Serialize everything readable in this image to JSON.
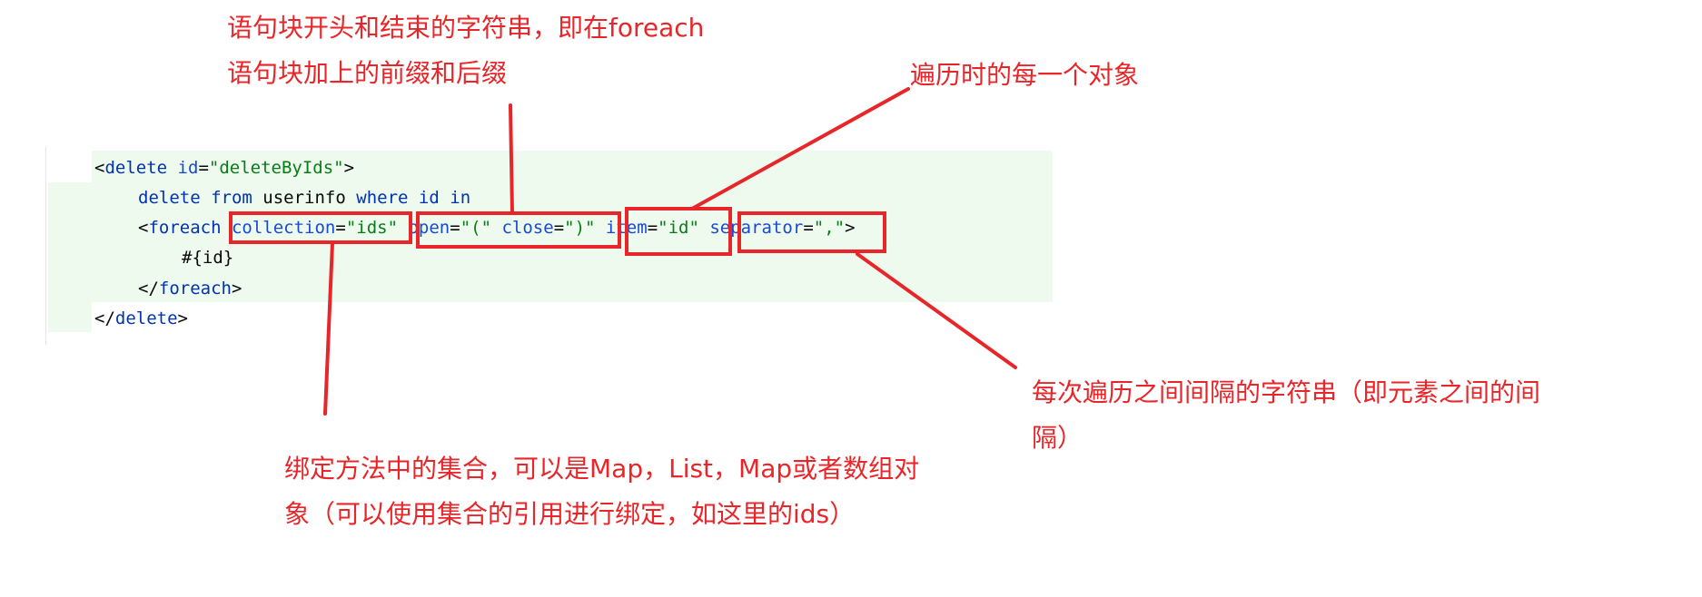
{
  "code": {
    "line1": {
      "lt": "<",
      "tag": "delete",
      "sp": " ",
      "attr": "id",
      "eq": "=",
      "val": "\"deleteByIds\"",
      "gt": ">"
    },
    "line2": {
      "k1": "delete",
      "s1": " ",
      "k2": "from",
      "s2": " userinfo ",
      "k3": "where",
      "s3": " ",
      "k4": "id",
      "s4": " ",
      "k5": "in"
    },
    "line3": {
      "lt": "<",
      "tag": "foreach",
      "sp0": " ",
      "a1": "collection",
      "e1": "=",
      "v1": "\"ids\"",
      "sp1": " ",
      "a2": "open",
      "e2": "=",
      "v2": "\"(\"",
      "sp2": " ",
      "a3": "close",
      "e3": "=",
      "v3": "\")\"",
      "sp3": " ",
      "a4": "item",
      "e4": "=",
      "v4": "\"id\"",
      "sp4": " ",
      "a5": "separator",
      "e5": "=",
      "v5": "\",\"",
      "gt": ">"
    },
    "line4": "#{id}",
    "line5": {
      "lt": "</",
      "tag": "foreach",
      "gt": ">"
    },
    "line6": {
      "lt": "</",
      "tag": "delete",
      "gt": ">"
    }
  },
  "annotations": {
    "open_close": [
      "语句块开头和结束的字符串，即在foreach",
      "语句块加上的前缀和后缀"
    ],
    "item": "遍历时的每一个对象",
    "separator": [
      "每次遍历之间间隔的字符串（即元素之间的间",
      "隔）"
    ],
    "collection": [
      "绑定方法中的集合，可以是Map，List，Map或者数组对",
      "象（可以使用集合的引用进行绑定，如这里的ids）"
    ]
  },
  "colors": {
    "annotation": "#e8262a",
    "highlight": "#eefaee",
    "tag": "#0033b3",
    "attribute": "#174ad4",
    "value": "#067d17",
    "text": "#080808"
  }
}
